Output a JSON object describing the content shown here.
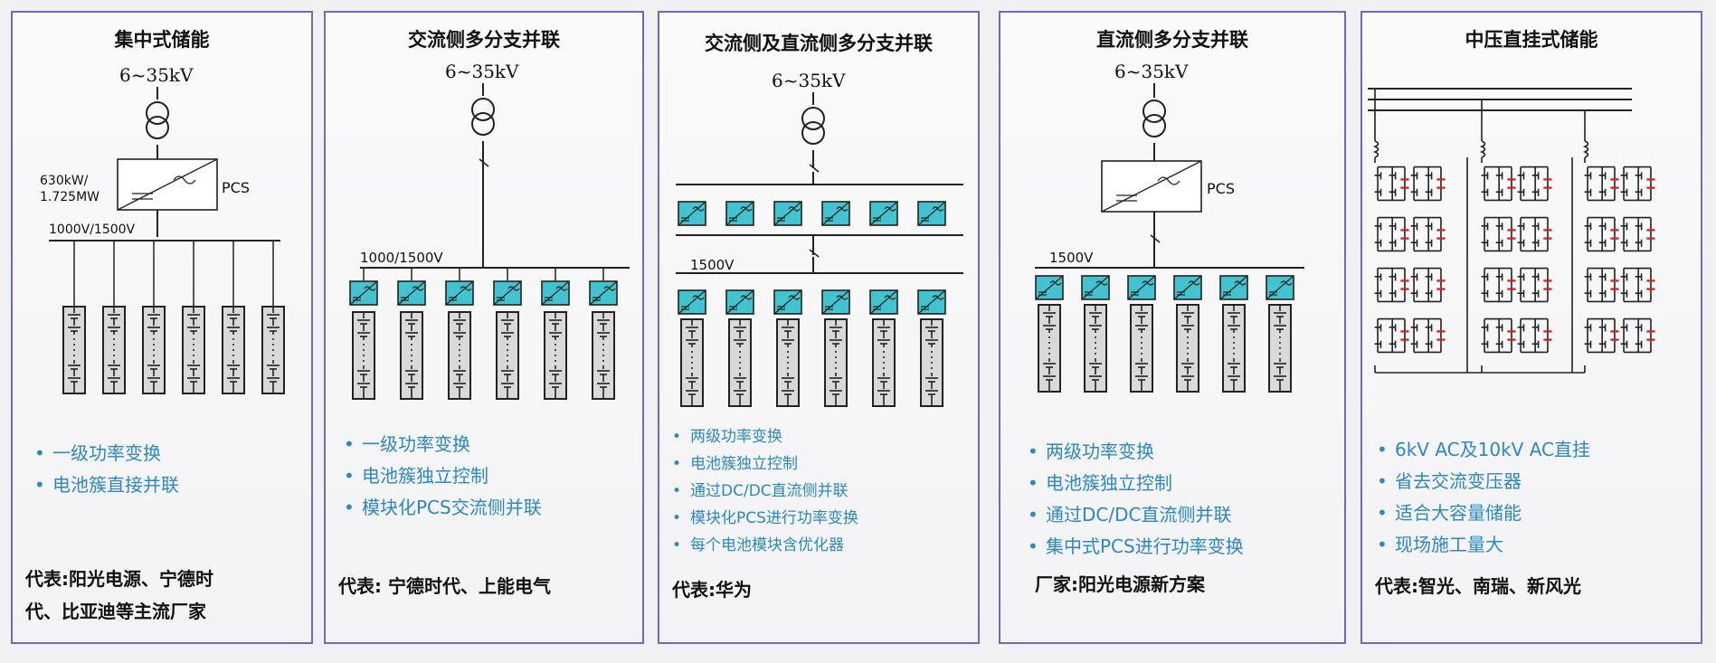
{
  "panels": [
    {
      "title": "集中式储能",
      "voltage": "6~35kV",
      "rating": [
        "630kW/",
        "1.725MW"
      ],
      "pcs_label": "PCS",
      "bus_label": "1000V/1500V",
      "bullets": [
        "一级功率变换",
        "电池簇直接并联"
      ],
      "footer": [
        "代表:阳光电源、宁德时",
        "代、比亚迪等主流厂家"
      ]
    },
    {
      "title": "交流侧多分支并联",
      "voltage": "6~35kV",
      "bus_label": "1000/1500V",
      "bullets": [
        "一级功率变换",
        "电池簇独立控制",
        "模块化PCS交流侧并联"
      ],
      "footer": [
        "代表: 宁德时代、上能电气"
      ]
    },
    {
      "title": "交流侧及直流侧多分支并联",
      "voltage": "6~35kV",
      "bus_label": "1500V",
      "bullets": [
        "两级功率变换",
        "电池簇独立控制",
        "通过DC/DC直流侧并联",
        "模块化PCS进行功率变换",
        "每个电池模块含优化器"
      ],
      "footer": [
        "代表:华为"
      ]
    },
    {
      "title": "直流侧多分支并联",
      "voltage": "6~35kV",
      "pcs_label": "PCS",
      "bus_label": "1500V",
      "bullets": [
        "两级功率变换",
        "电池簇独立控制",
        "通过DC/DC直流侧并联",
        "集中式PCS进行功率变换"
      ],
      "footer": [
        "厂家:阳光电源新方案"
      ]
    },
    {
      "title": "中压直挂式储能",
      "bullets": [
        "6kV AC及10kV AC直挂",
        "省去交流变压器",
        "适合大容量储能",
        "现场施工量大"
      ],
      "footer": [
        "代表:智光、南瑞、新风光"
      ]
    }
  ],
  "colors": {
    "border": "#6f6ab8",
    "bullet_text": "#2a88c6",
    "converter_fill": "#43c3cf",
    "battery_fill": "#d9d9d9",
    "hbridge_cap": "#d32222"
  }
}
